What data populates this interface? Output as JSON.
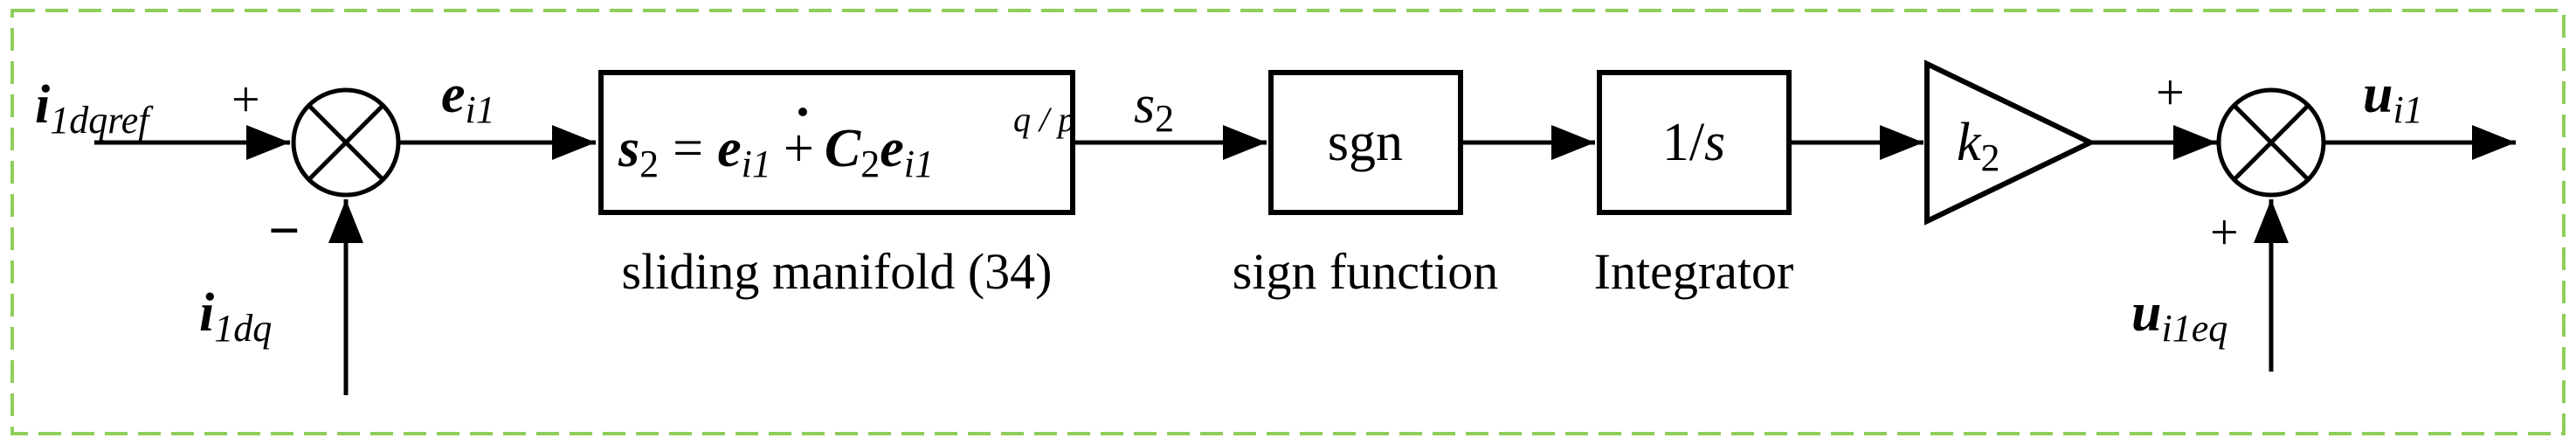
{
  "frame": {
    "border_color": "#8fce5a"
  },
  "labels": {
    "input_ref_main": "i",
    "input_ref_sub": "1dqref",
    "plus_top": "+",
    "minus": "−",
    "input_fb_main": "i",
    "input_fb_sub": "1dq",
    "error_main": "e",
    "error_sub": "i1",
    "s2_main": "s",
    "s2_sub": "2",
    "plus_right": "+",
    "plus_bottom": "+",
    "output_main": "u",
    "output_sub": "i1",
    "ueq_main": "u",
    "ueq_sub": "i1eq"
  },
  "blocks": {
    "sliding": {
      "caption": "sliding manifold (34)",
      "eq_s": "s",
      "eq_s_sub": "2",
      "eq_equals": "=",
      "eq_e": "e",
      "eq_e_sub": "i1",
      "eq_plus": "+",
      "eq_C": "C",
      "eq_C_sub": "2",
      "eq_e2": "e",
      "eq_e2_sub": "i1",
      "eq_exp": "q / p"
    },
    "sign": {
      "text": "sgn",
      "caption": "sign function"
    },
    "integrator": {
      "text_num": "1/",
      "text_var": "s",
      "caption": "Integrator"
    },
    "gain": {
      "text": "k",
      "text_sub": "2"
    }
  }
}
